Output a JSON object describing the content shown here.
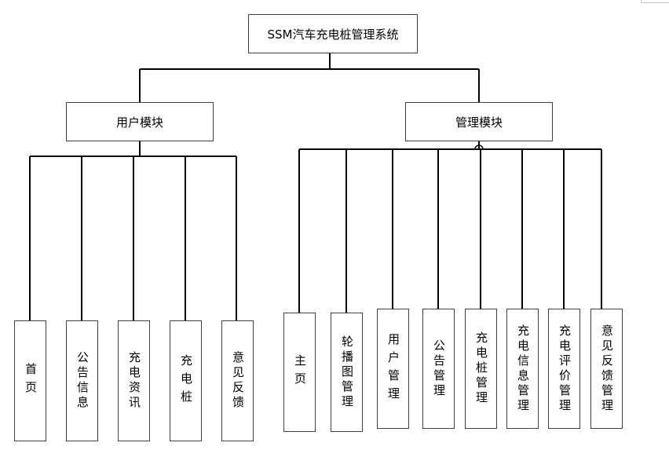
{
  "root": {
    "label": "SSM汽车充电桩管理系统"
  },
  "user_module": {
    "label": "用户模块",
    "children": [
      "首页",
      "公告信息",
      "充电资讯",
      "充电桩",
      "意见反馈"
    ]
  },
  "admin_module": {
    "label": "管理模块",
    "children": [
      "主页",
      "轮播图管理",
      "用户管理",
      "公告管理",
      "充电桩管理",
      "充电信息管理",
      "充电评价管理",
      "意见反馈管理"
    ]
  }
}
